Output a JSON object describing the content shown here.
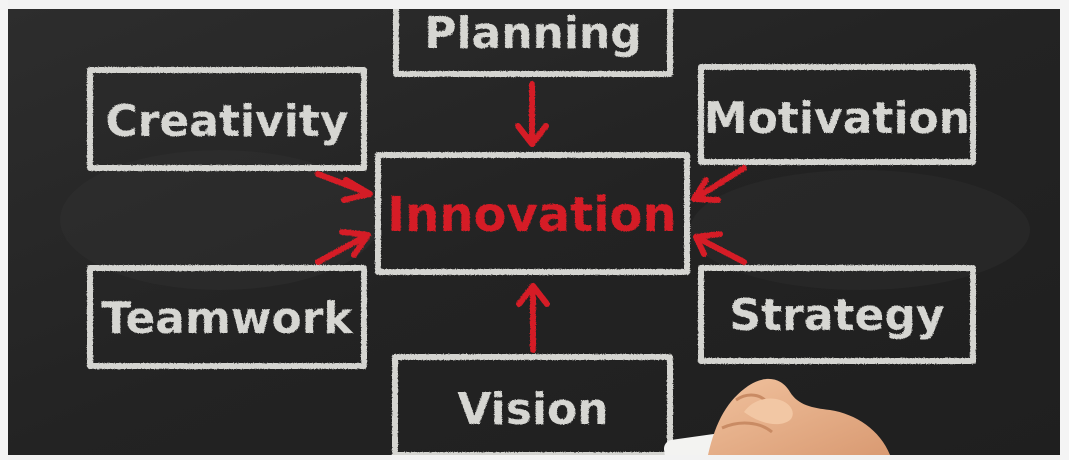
{
  "diagram": {
    "center": {
      "label": "Innovation"
    },
    "nodes": [
      {
        "id": "planning",
        "label": "Planning"
      },
      {
        "id": "creativity",
        "label": "Creativity"
      },
      {
        "id": "motivation",
        "label": "Motivation"
      },
      {
        "id": "teamwork",
        "label": "Teamwork"
      },
      {
        "id": "strategy",
        "label": "Strategy"
      },
      {
        "id": "vision",
        "label": "Vision"
      }
    ]
  },
  "colors": {
    "chalkboard": "#262626",
    "chalk_white": "#d9d9d6",
    "chalk_red": "#d51f26",
    "skin": "#e8b48e"
  },
  "scene": {
    "hand_holding_chalk": true
  }
}
